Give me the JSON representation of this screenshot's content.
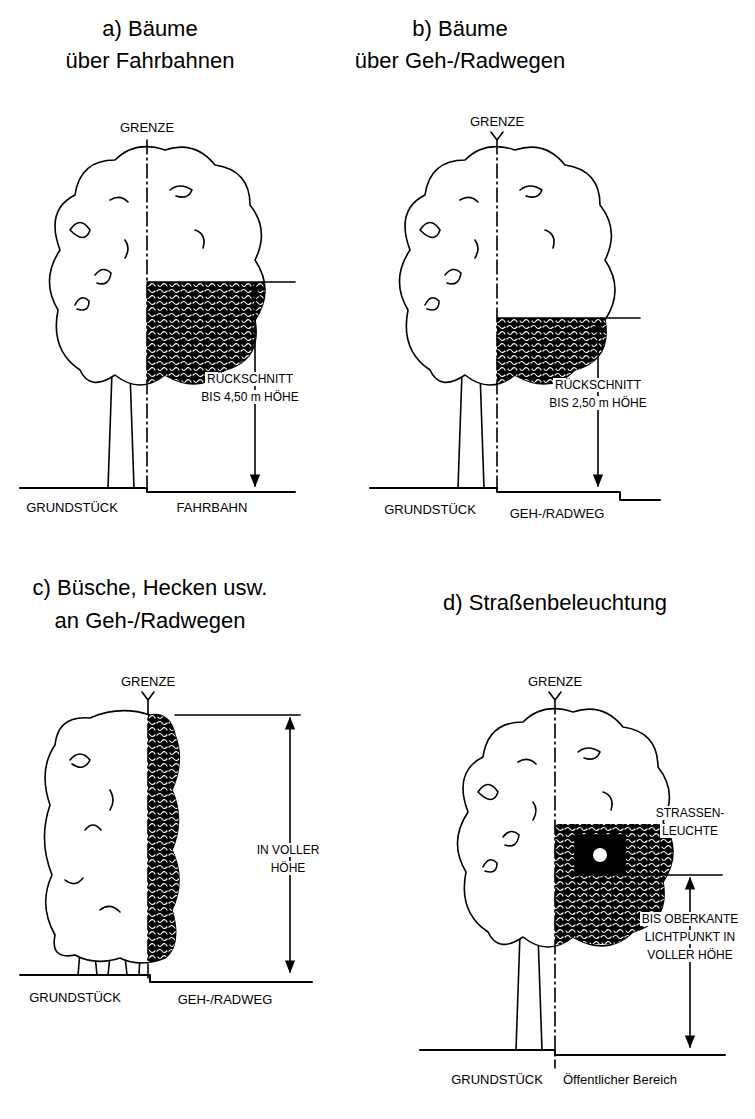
{
  "diagram": {
    "labels": [
      "a) Bäume",
      "über Fahrbahnen",
      "GRENZE",
      "RÜCKSCHNITT",
      "BIS 4,50 m HÖHE",
      "GRUNDSTÜCK",
      "FAHRBAHN",
      "b) Bäume",
      "über Geh-/Radwegen",
      "GRENZE",
      "RÜCKSCHNITT",
      "BIS 2,50 m HÖHE",
      "GRUNDSTÜCK",
      "GEH-/RADWEG",
      "c) Büsche, Hecken usw.",
      "an Geh-/Radwegen",
      "GRENZE",
      "IN VOLLER",
      "HÖHE",
      "GRUNDSTÜCK",
      "GEH-/RADWEG",
      "d) Straßenbeleuchtung",
      "GRENZE",
      "STRASSEN-",
      "LEUCHTE",
      "BIS OBERKANTE",
      "LICHTPUNKT IN",
      "VOLLER HÖHE",
      "GRUNDSTÜCK",
      "Öffentlicher Bereich"
    ]
  }
}
